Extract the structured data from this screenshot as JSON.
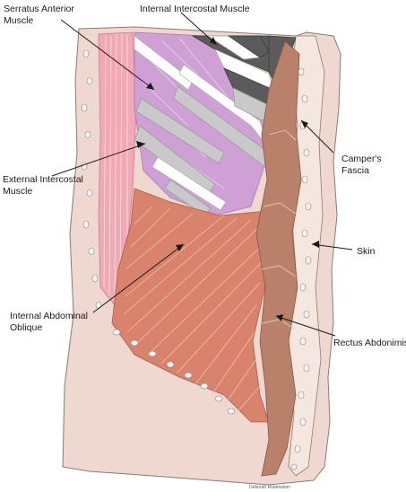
{
  "figure": {
    "labels": {
      "serratus_line1": "Serratus Anterior",
      "serratus_line2": "Muscle",
      "internal_intercostal": "Internal Intercostal Muscle",
      "external_intercostal_line1": "External Intercostal",
      "external_intercostal_line2": "Muscle",
      "campers_line1": "Camper's",
      "campers_line2": "Fascia",
      "skin": "Skin",
      "internal_oblique_line1": "Internal Abdominal",
      "internal_oblique_line2": "Oblique",
      "rectus": "Rectus Abdonimis"
    },
    "credit": "Deborah Rubenstein"
  },
  "colors": {
    "skin": "#efd8cf",
    "serratus": "#f2a9b6",
    "external_intercostal": "#cfa0d6",
    "internal_oblique": "#d9826c",
    "rectus": "#b9806a",
    "rib_grey": "#c9c9c9",
    "rib_dark": "#5b5b5b"
  }
}
